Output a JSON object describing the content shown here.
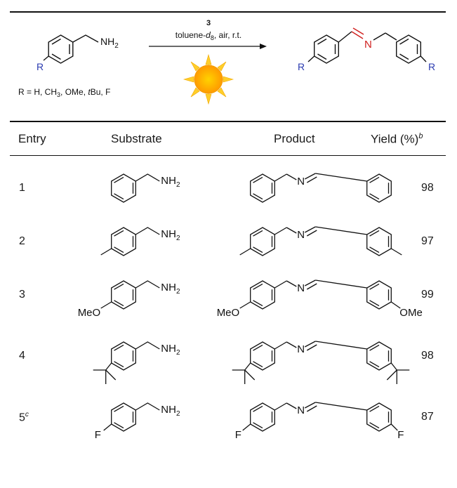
{
  "scheme": {
    "catalyst": "3",
    "cond_solvent": "toluene-",
    "cond_solvent_sub": "d",
    "cond_solvent_subnum": "8",
    "cond_rest": ", air, r.t.",
    "amine_group": "NH",
    "amine_sub": "2",
    "imine_n": "N",
    "r_label": "R",
    "r_def_1": "R = H, CH",
    "r_def_sub": "3",
    "r_def_2": ", OMe, ",
    "r_def_t": "t",
    "r_def_3": "Bu, F",
    "accent_color": "#2b3bb0",
    "n_color": "#d0201f",
    "icon": "sun-icon"
  },
  "table": {
    "headers": {
      "entry": "Entry",
      "substrate": "Substrate",
      "product": "Product",
      "yield": "Yield (%)",
      "yield_note": "b"
    },
    "rows": [
      {
        "entry": "1",
        "note": "",
        "yield": "98",
        "sub": "",
        "sub2": ""
      },
      {
        "entry": "2",
        "note": "",
        "yield": "97",
        "sub": "",
        "sub2": ""
      },
      {
        "entry": "3",
        "note": "",
        "yield": "99",
        "sub": "MeO",
        "sub2": "OMe"
      },
      {
        "entry": "4",
        "note": "",
        "yield": "98",
        "sub": "",
        "sub2": ""
      },
      {
        "entry": "5",
        "note": "c",
        "yield": "87",
        "sub": "F",
        "sub2": "F"
      }
    ]
  }
}
